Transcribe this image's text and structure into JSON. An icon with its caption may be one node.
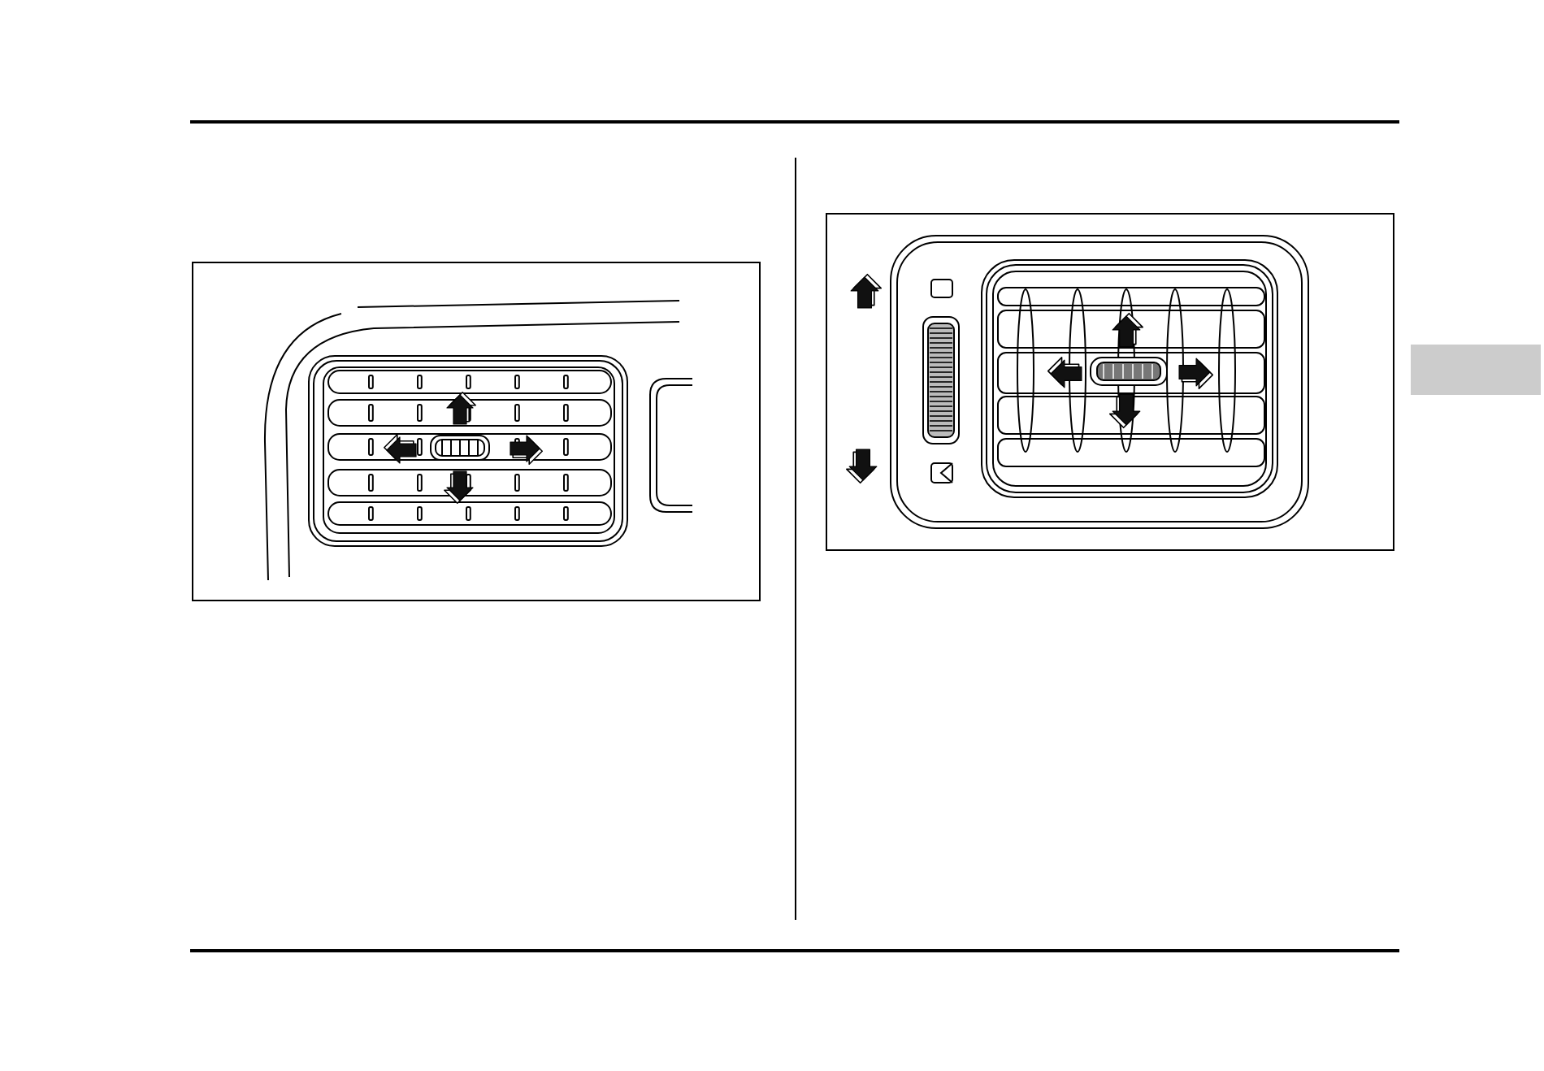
{
  "diagram": {
    "nodes": [
      {
        "text": [],
        "shape": "picture"
      },
      {
        "text": [],
        "shape": "picture"
      },
      {
        "text": [],
        "shape": "box"
      }
    ]
  }
}
